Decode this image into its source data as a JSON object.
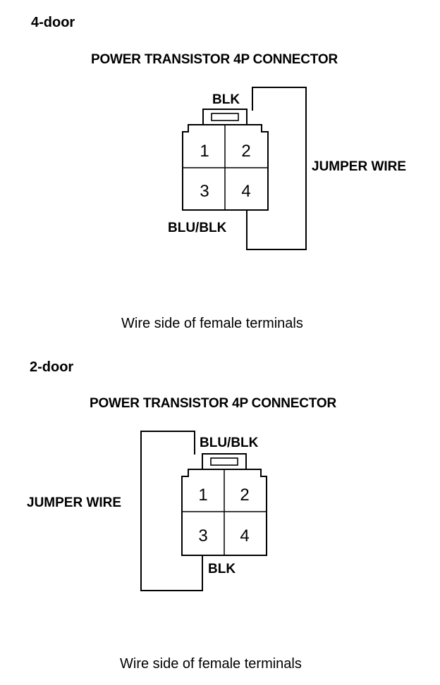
{
  "diagrams": [
    {
      "section_title": "4-door",
      "connector_title": "POWER TRANSISTOR 4P CONNECTOR",
      "top_wire_label": "BLK",
      "bottom_wire_label": "BLU/BLK",
      "jumper_label": "JUMPER WIRE",
      "pins": [
        "1",
        "2",
        "3",
        "4"
      ],
      "caption": "Wire side of female terminals"
    },
    {
      "section_title": "2-door",
      "connector_title": "POWER TRANSISTOR 4P CONNECTOR",
      "top_wire_label": "BLU/BLK",
      "bottom_wire_label": "BLK",
      "jumper_label": "JUMPER WIRE",
      "pins": [
        "1",
        "2",
        "3",
        "4"
      ],
      "caption": "Wire side of female terminals"
    }
  ]
}
